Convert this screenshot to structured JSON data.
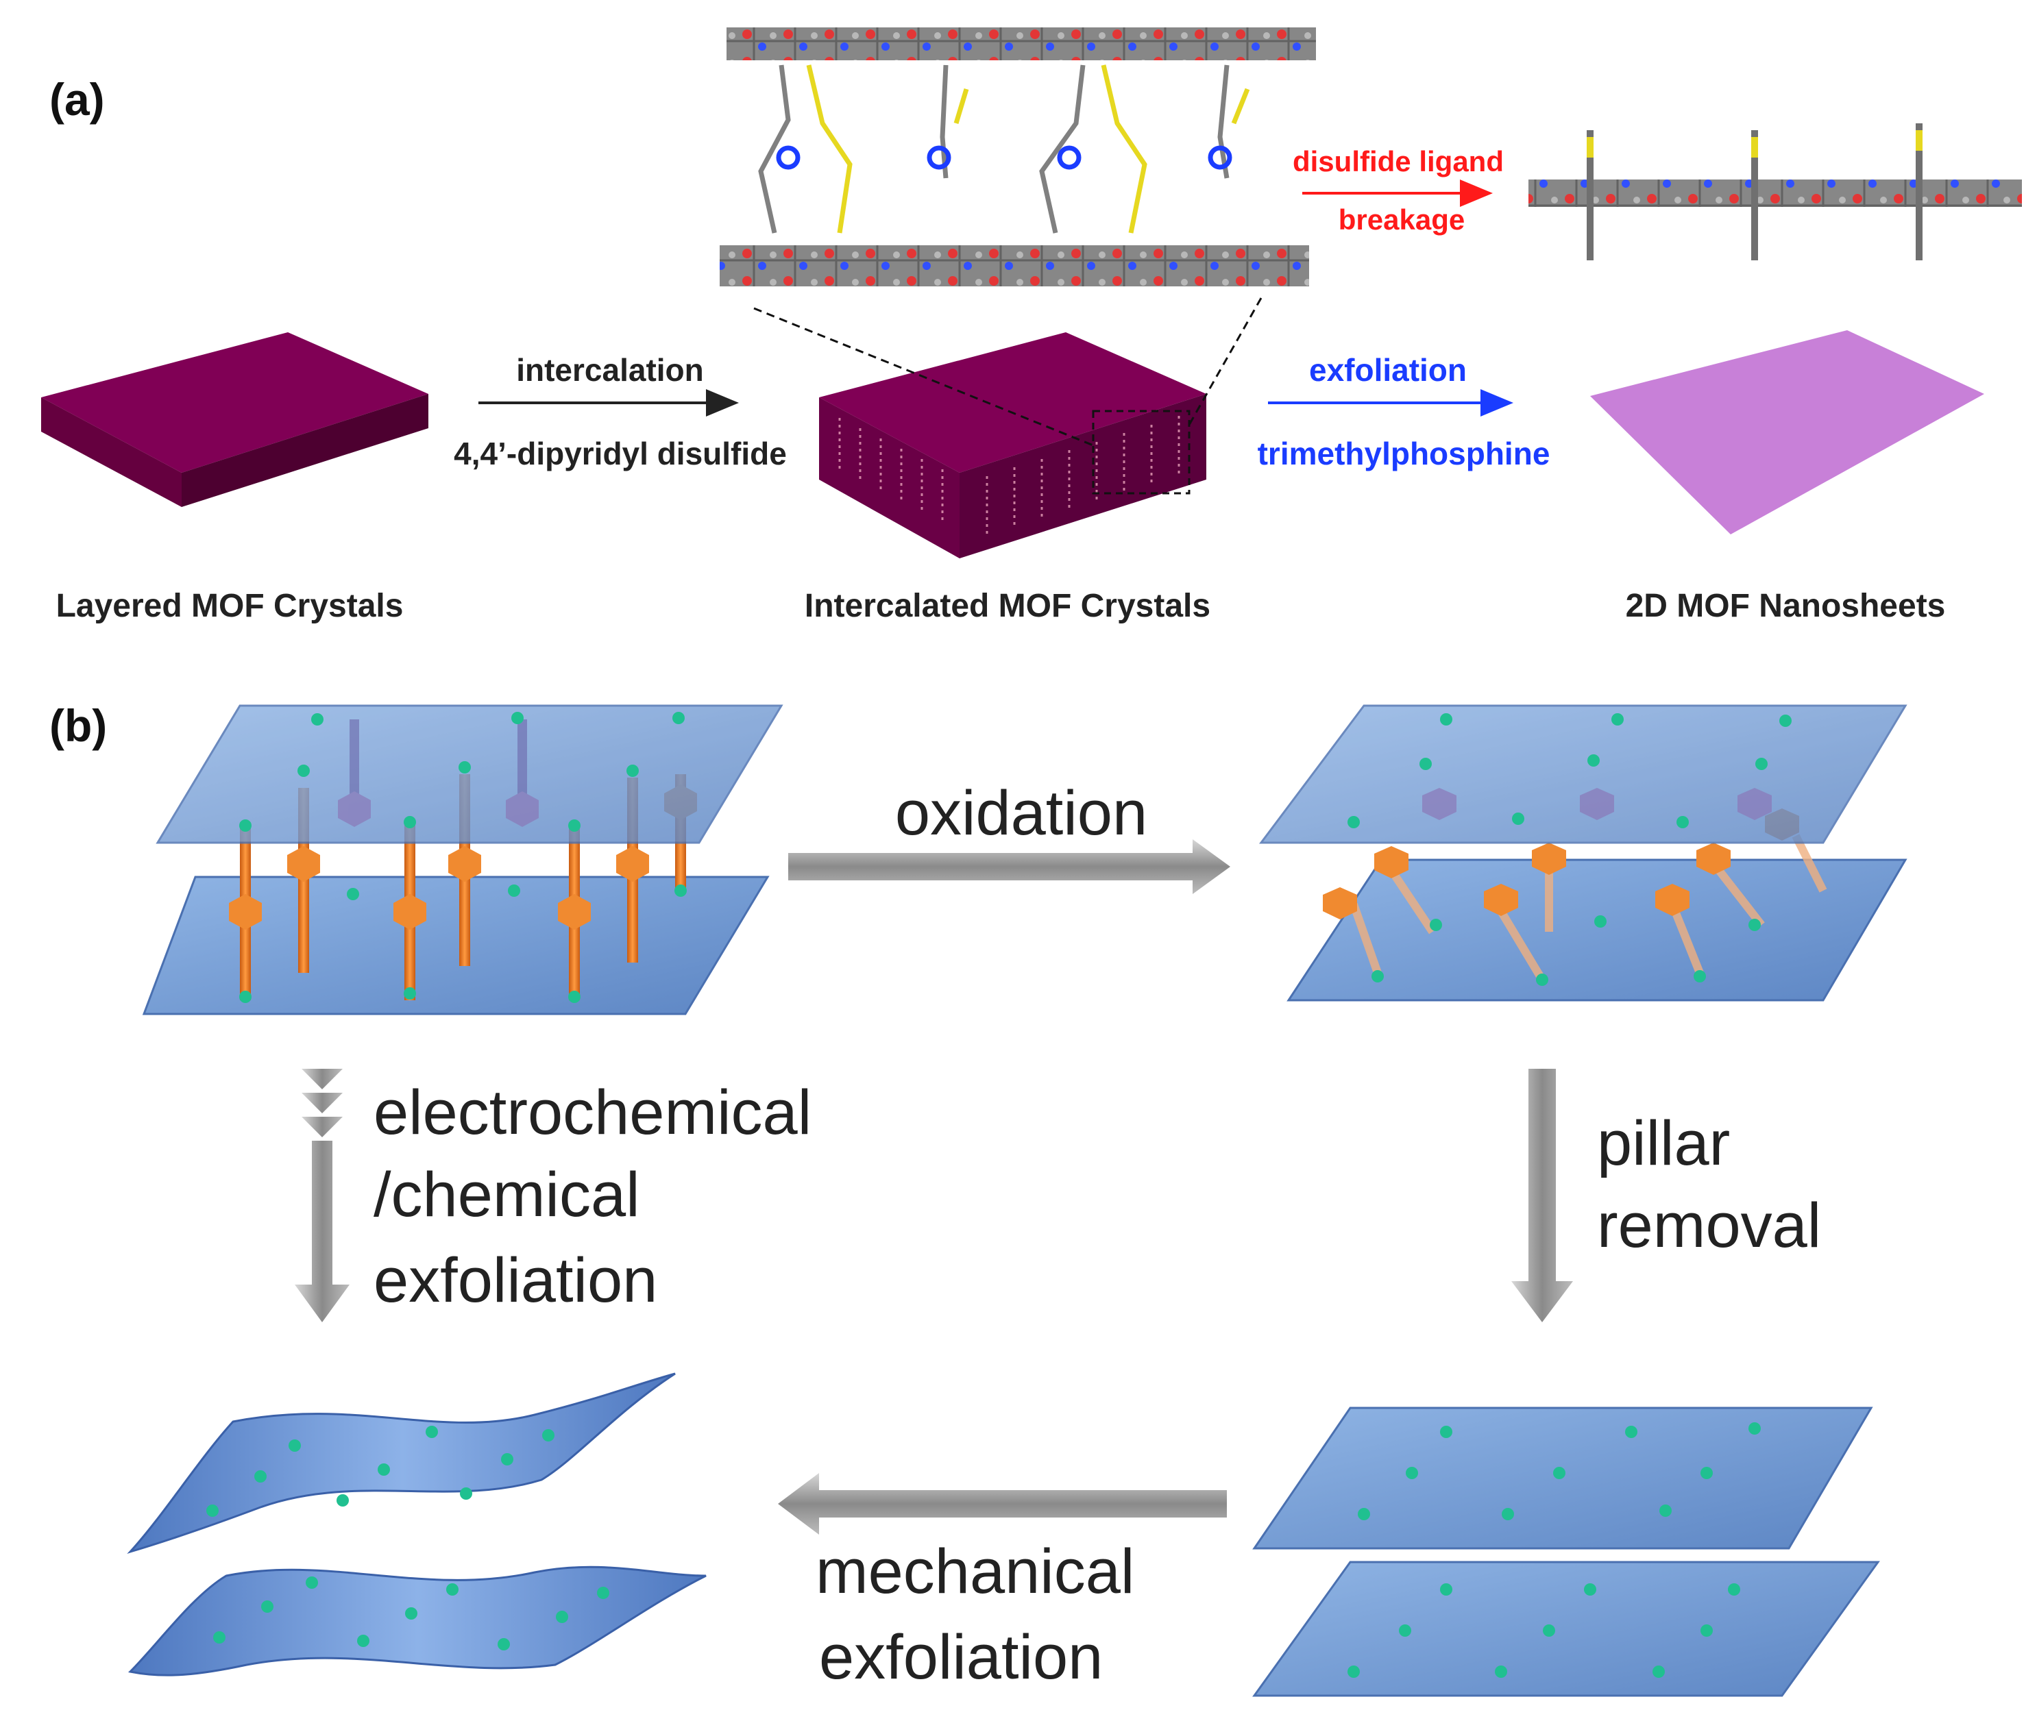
{
  "panel_a": {
    "label": "(a)",
    "stage_labels": [
      "Layered MOF Crystals",
      "Intercalated MOF Crystals",
      "2D MOF Nanosheets"
    ],
    "intercalation": {
      "top": "intercalation",
      "bottom": "4,4’-dipyridyl disulfide"
    },
    "exfoliation": {
      "top": "exfoliation",
      "bottom": "trimethylphosphine"
    },
    "ligand_breakage": {
      "line1": "disulfide ligand",
      "line2": "breakage"
    },
    "colors": {
      "crystal": "#800055",
      "nanosheet": "#c880d8",
      "red": "#ff1a1a",
      "blue": "#1a3cff"
    }
  },
  "panel_b": {
    "label": "(b)",
    "oxidation": "oxidation",
    "pillar_removal": [
      "pillar",
      "removal"
    ],
    "electrochemical": [
      "electrochemical",
      "/chemical",
      "exfoliation"
    ],
    "mechanical": [
      "mechanical",
      "exfoliation"
    ],
    "colors": {
      "sheet": "#7ea6d8",
      "pillar": "#f07820",
      "node": "#20c090",
      "arrow": "#8c8c8c"
    }
  }
}
